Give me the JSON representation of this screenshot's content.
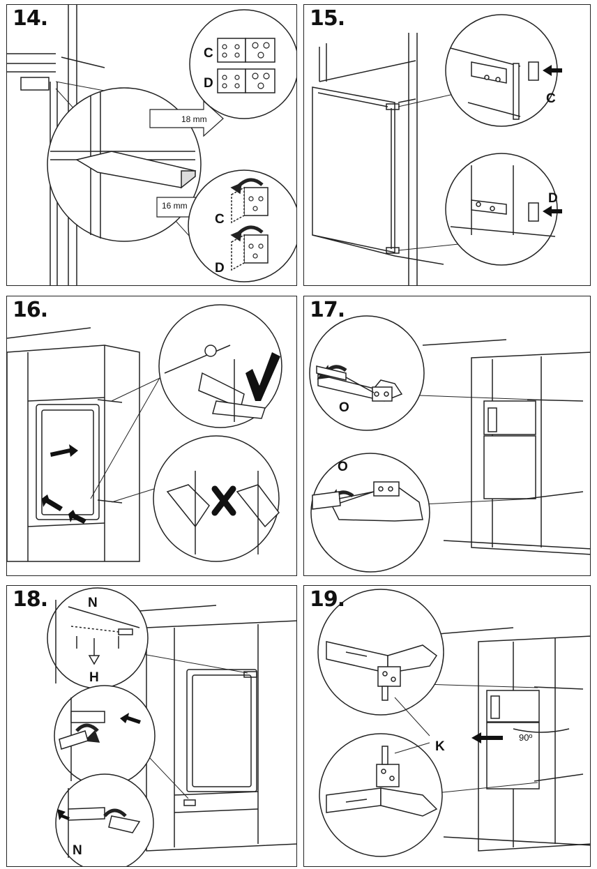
{
  "steps": [
    {
      "number": "14.",
      "labels": {
        "c_top": "C",
        "d_top": "D",
        "c_bottom": "C",
        "d_bottom": "D",
        "dim_top": "18 mm",
        "dim_bottom": "16 mm"
      }
    },
    {
      "number": "15.",
      "labels": {
        "c": "C",
        "d": "D"
      }
    },
    {
      "number": "16.",
      "labels": {}
    },
    {
      "number": "17.",
      "labels": {
        "o_top": "O",
        "o_bottom": "O"
      }
    },
    {
      "number": "18.",
      "labels": {
        "n_top": "N",
        "h": "H",
        "n_bottom": "N"
      }
    },
    {
      "number": "19.",
      "labels": {
        "k": "K",
        "angle": "90º"
      }
    }
  ],
  "icons": [
    "check-mark-icon",
    "cross-mark-icon",
    "arrow-icon",
    "screwdriver-icon",
    "hinge-icon"
  ]
}
